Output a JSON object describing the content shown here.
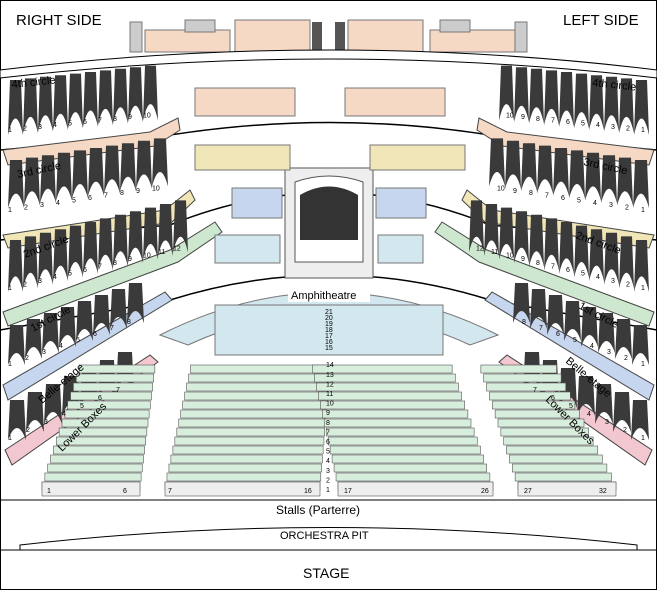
{
  "sides": {
    "right": "RIGHT SIDE",
    "left": "LEFT SIDE"
  },
  "tiers": {
    "fourth_circle": "4th circle",
    "third_circle": "3rd circle",
    "second_circle": "2nd circle",
    "first_circle": "1st circle",
    "belle_etage": "Belle-etage",
    "lower_boxes": "Lower Boxes",
    "amphitheatre": "Amphitheatre"
  },
  "stalls": {
    "label": "Stalls (Parterre)",
    "row_numbers": [
      "1",
      "2",
      "3",
      "4",
      "5",
      "6",
      "7",
      "8",
      "9",
      "10",
      "11",
      "12",
      "13",
      "14"
    ],
    "seat_markers": [
      "1",
      "6",
      "7",
      "16",
      "17",
      "26",
      "27",
      "32"
    ]
  },
  "amphitheatre_rows": [
    "15",
    "16",
    "17",
    "18",
    "19",
    "20",
    "21"
  ],
  "orchestra_pit": "ORCHESTRA PIT",
  "stage": "STAGE",
  "box_numbers": {
    "upper": [
      "1",
      "2",
      "3",
      "4",
      "5",
      "6",
      "7",
      "8",
      "9",
      "10"
    ],
    "second": [
      "1",
      "2",
      "3",
      "4",
      "5",
      "6",
      "7",
      "8",
      "9",
      "10",
      "11",
      "12"
    ],
    "belle": [
      "1",
      "2",
      "3",
      "4",
      "5",
      "6",
      "7",
      "8"
    ],
    "lower": [
      "1",
      "2",
      "3",
      "4",
      "5",
      "6",
      "7"
    ]
  },
  "colors": {
    "fourth": "#f5d9c4",
    "third": "#f0e6b8",
    "second": "#cde8cf",
    "first": "#c6d6ee",
    "belle": "#c6d6ee",
    "lower": "#f2c7cf",
    "stalls": "#d8eedd",
    "amphi": "#d3e7ef",
    "dark": "#3a3a3a"
  }
}
